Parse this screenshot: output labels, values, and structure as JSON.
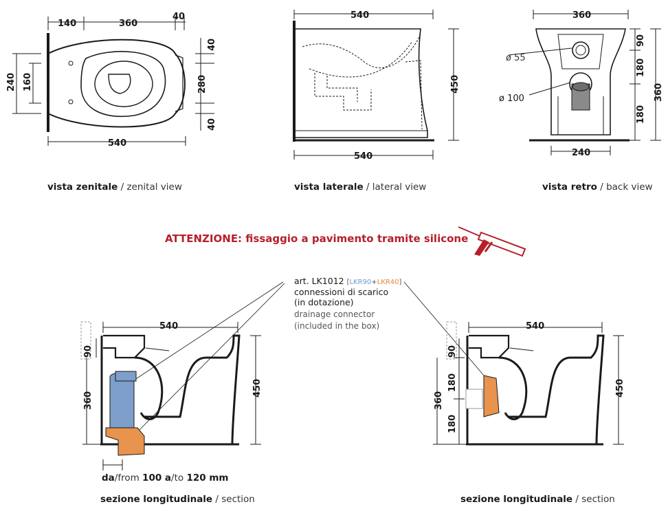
{
  "zenital": {
    "dims": {
      "d140": "140",
      "d360": "360",
      "d40a": "40",
      "d240": "240",
      "d160": "160",
      "d40b": "40",
      "d280": "280",
      "d40c": "40",
      "d540": "540"
    },
    "title_it": "vista zenitale",
    "title_en": "zenital view"
  },
  "lateral": {
    "dims": {
      "top540": "540",
      "side450": "450",
      "bottom540": "540"
    },
    "title_it": "vista laterale",
    "title_en": "lateral view"
  },
  "back": {
    "dims": {
      "top360": "360",
      "d90": "90",
      "d180a": "180",
      "d180b": "180",
      "d360": "360",
      "d240": "240",
      "dia55": "ø 55",
      "dia100": "ø 100"
    },
    "title_it": "vista retro",
    "title_en": "back view"
  },
  "warning": {
    "text": "ATTENZIONE: fissaggio a pavimento tramite silicone",
    "color": "#b5202a"
  },
  "callout": {
    "art": "art. LK1012",
    "bracket_open": "[",
    "code_a": "LKR90",
    "plus": "+",
    "code_b": "LKR40",
    "bracket_close": "]",
    "line1_it": "connessioni di scarico",
    "line2_it": "(in dotazione)",
    "line1_en": "drainage connector",
    "line2_en": "(included in the box)",
    "color_a": "#6a9ad0",
    "color_b": "#e08a3c"
  },
  "section_left": {
    "dims": {
      "top540": "540",
      "d90": "90",
      "d360": "360",
      "d450": "450"
    },
    "from_it": "da",
    "from_en": "/from ",
    "from_val": "100 a",
    "to_en": "/to ",
    "to_val": "120 mm",
    "title_it": "sezione longitudinale",
    "title_en": "section"
  },
  "section_right": {
    "dims": {
      "top540": "540",
      "d90": "90",
      "d180a": "180",
      "d360": "360",
      "d180b": "180",
      "d450": "450"
    },
    "title_it": "sezione longitudinale",
    "title_en": "section"
  },
  "colors": {
    "pipe_blue": "#7d9fc9",
    "pipe_orange": "#e8934e",
    "outline": "#1a1a1a"
  }
}
